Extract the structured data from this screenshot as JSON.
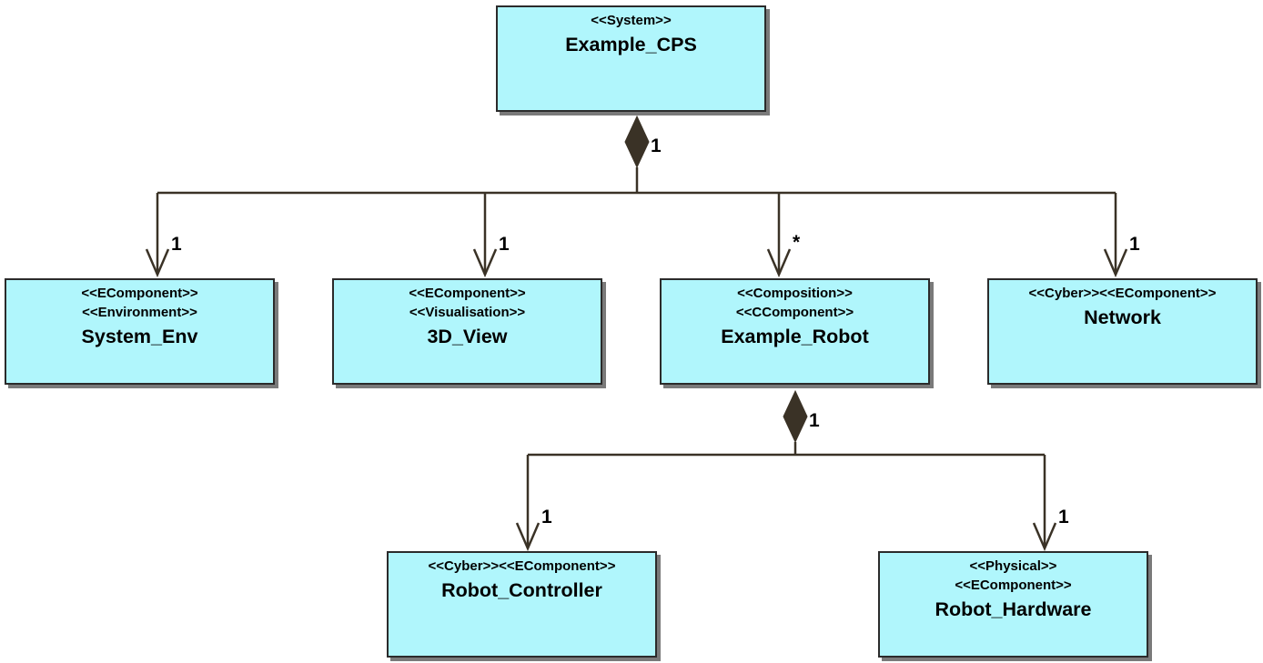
{
  "colors": {
    "box_fill": "#b0f6fc",
    "box_border": "#2b2b2b",
    "line": "#3a3226",
    "diamond": "#3a3226"
  },
  "classes": {
    "example_cps": {
      "stereotypes": [
        "<<System>>"
      ],
      "name": "Example_CPS"
    },
    "system_env": {
      "stereotypes": [
        "<<EComponent>>",
        "<<Environment>>"
      ],
      "name": "System_Env"
    },
    "view_3d": {
      "stereotypes": [
        "<<EComponent>>",
        "<<Visualisation>>"
      ],
      "name": "3D_View"
    },
    "example_robot": {
      "stereotypes": [
        "<<Composition>>",
        "<<CComponent>>"
      ],
      "name": "Example_Robot"
    },
    "network": {
      "stereotypes": [
        "<<Cyber>><<EComponent>>"
      ],
      "name": "Network"
    },
    "robot_controller": {
      "stereotypes": [
        "<<Cyber>><<EComponent>>"
      ],
      "name": "Robot_Controller"
    },
    "robot_hardware": {
      "stereotypes": [
        "<<Physical>>",
        "<<EComponent>>"
      ],
      "name": "Robot_Hardware"
    }
  },
  "relations": [
    {
      "type": "composition",
      "whole": "Example_CPS",
      "whole_multiplicity": "1",
      "parts": [
        {
          "part": "System_Env",
          "multiplicity": "1"
        },
        {
          "part": "3D_View",
          "multiplicity": "1"
        },
        {
          "part": "Example_Robot",
          "multiplicity": "*"
        },
        {
          "part": "Network",
          "multiplicity": "1"
        }
      ]
    },
    {
      "type": "composition",
      "whole": "Example_Robot",
      "whole_multiplicity": "1",
      "parts": [
        {
          "part": "Robot_Controller",
          "multiplicity": "1"
        },
        {
          "part": "Robot_Hardware",
          "multiplicity": "1"
        }
      ]
    }
  ]
}
